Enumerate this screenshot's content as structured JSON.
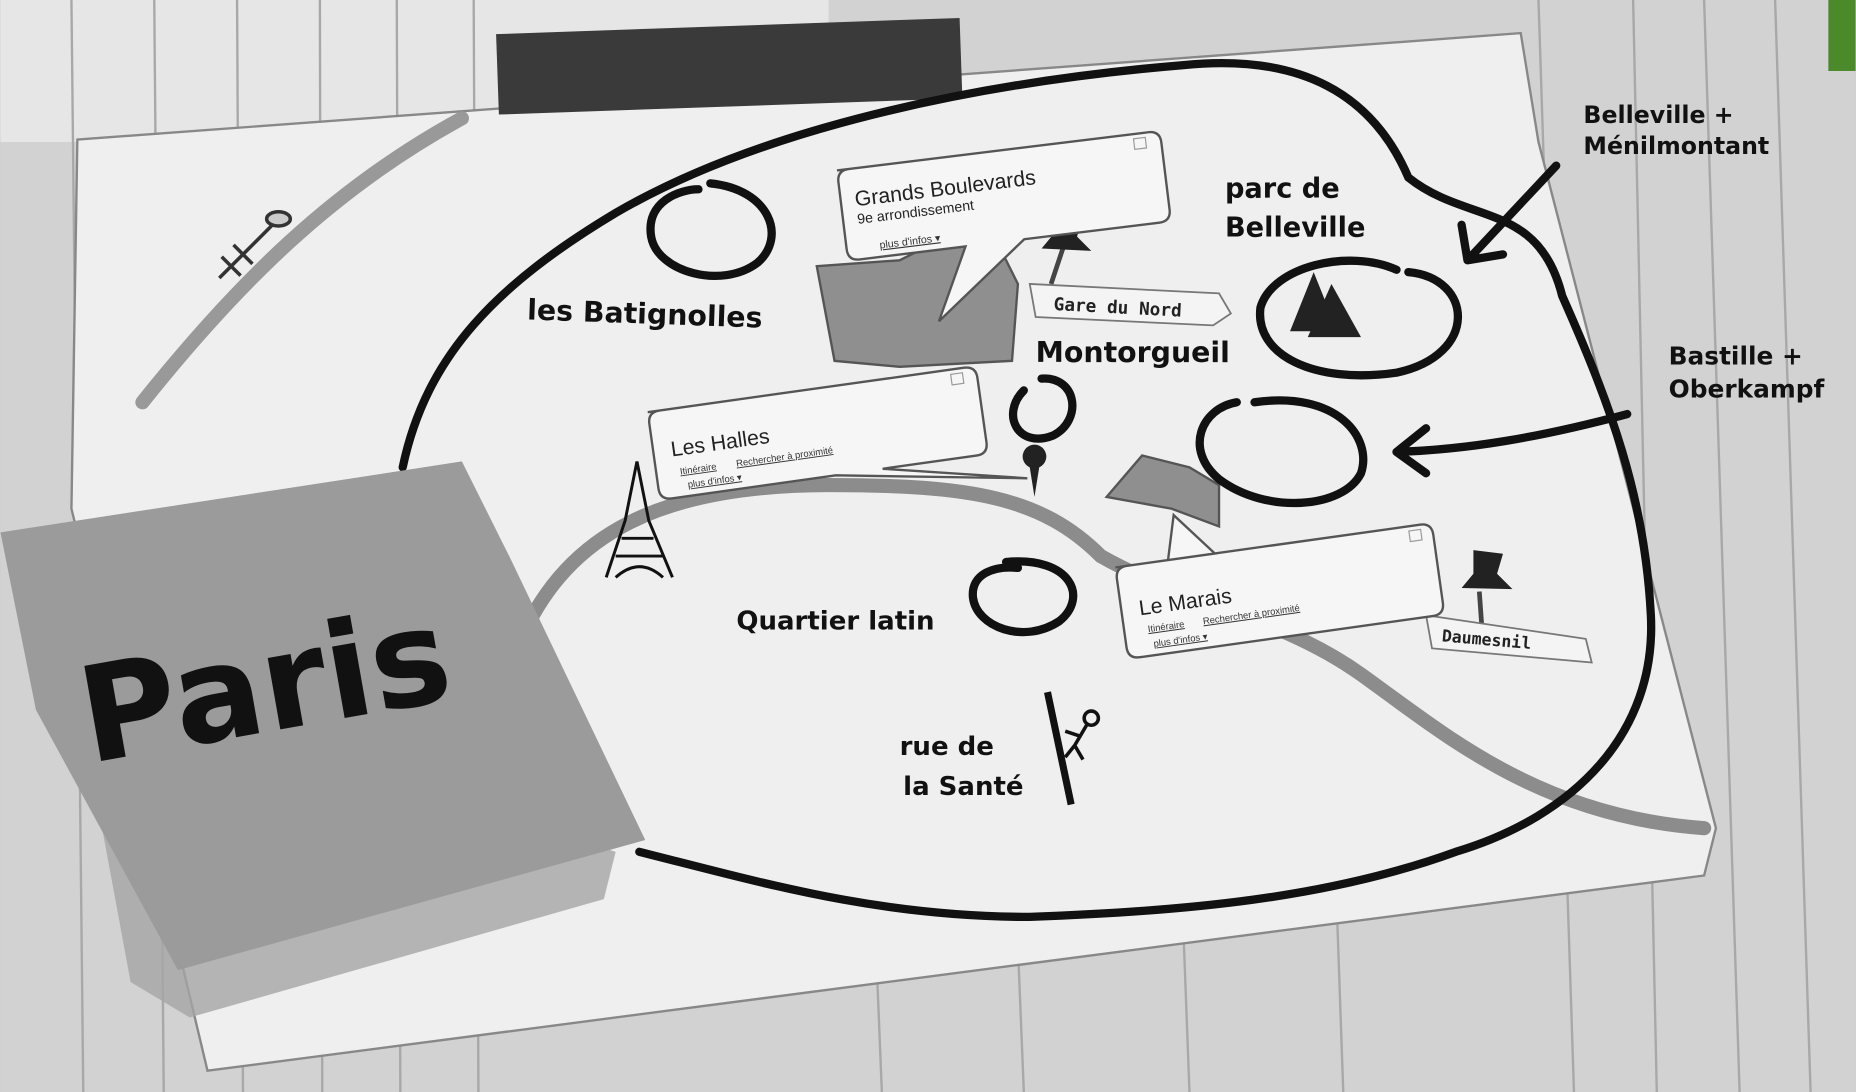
{
  "title": "Paris",
  "neighbourhoods": {
    "batignolles": "les Batignolles",
    "montorgueil": "Montorgueil",
    "parc_belleville": [
      "parc de",
      "Belleville"
    ],
    "belleville_menilmontant": [
      "Belleville +",
      "Ménilmontant"
    ],
    "bastille_oberkampf": [
      "Bastille +",
      "Oberkampf"
    ],
    "quartier_latin": "Quartier latin",
    "rue_sante": [
      "rue de",
      "la Santé"
    ]
  },
  "bubbles": {
    "grands_boulevards": {
      "title": "Grands Boulevards",
      "subtitle": "9e arrondissement",
      "more": "plus d'infos ▾"
    },
    "les_halles": {
      "title": "Les Halles",
      "link1": "Itinéraire",
      "link2": "Rechercher à proximité",
      "more": "plus d'infos ▾"
    },
    "le_marais": {
      "title": "Le Marais",
      "link1": "Itinéraire",
      "link2": "Rechercher à proximité",
      "more": "plus d'infos ▾"
    }
  },
  "pins": {
    "gare_du_nord": "Gare du Nord",
    "daumesnil": "Daumesnil"
  },
  "colors": {
    "paper": "#f0f0f0",
    "note": "#9b9b9b",
    "ink": "#111111",
    "river": "#8c8c8c"
  }
}
